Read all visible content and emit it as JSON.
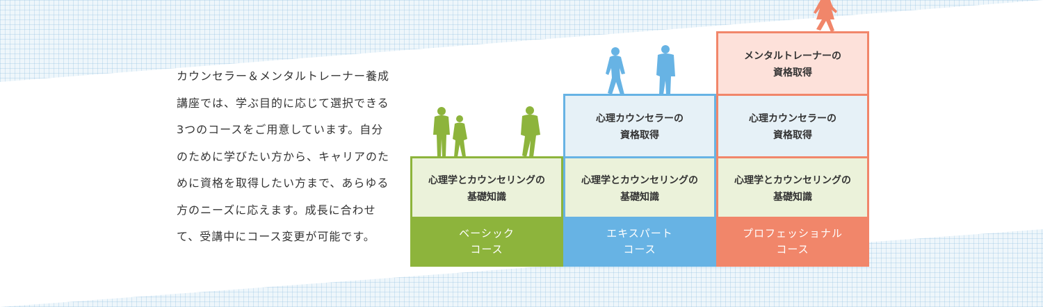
{
  "intro": {
    "text": "カウンセラー＆メンタルトレーナー養成講座では、学ぶ目的に応じて選択できる3つのコースをご用意しています。自分のために学びたい方から、キャリアのために資格を取得したい方まで、あらゆる方のニーズに応えます。成長に合わせて、受講中にコース変更が可能です。"
  },
  "colors": {
    "basic": "#8db43c",
    "expert": "#67b3e4",
    "professional": "#f1866a",
    "basic_fill": "#ebf2da",
    "counselor_fill": "#e6f1f7",
    "trainer_fill": "#fde1da"
  },
  "courses": {
    "basic": {
      "name": "ベーシック\nコース",
      "levels": [
        "心理学とカウンセリングの\n基礎知識"
      ],
      "icon": "three-people-silhouette-icon"
    },
    "expert": {
      "name": "エキスパート\nコース",
      "levels": [
        "心理学とカウンセリングの\n基礎知識",
        "心理カウンセラーの\n資格取得"
      ],
      "icon": "two-people-silhouette-icon"
    },
    "professional": {
      "name": "プロフェッショナル\nコース",
      "levels": [
        "心理学とカウンセリングの\n基礎知識",
        "心理カウンセラーの\n資格取得",
        "メンタルトレーナーの\n資格取得"
      ],
      "icon": "walking-woman-silhouette-icon"
    }
  }
}
